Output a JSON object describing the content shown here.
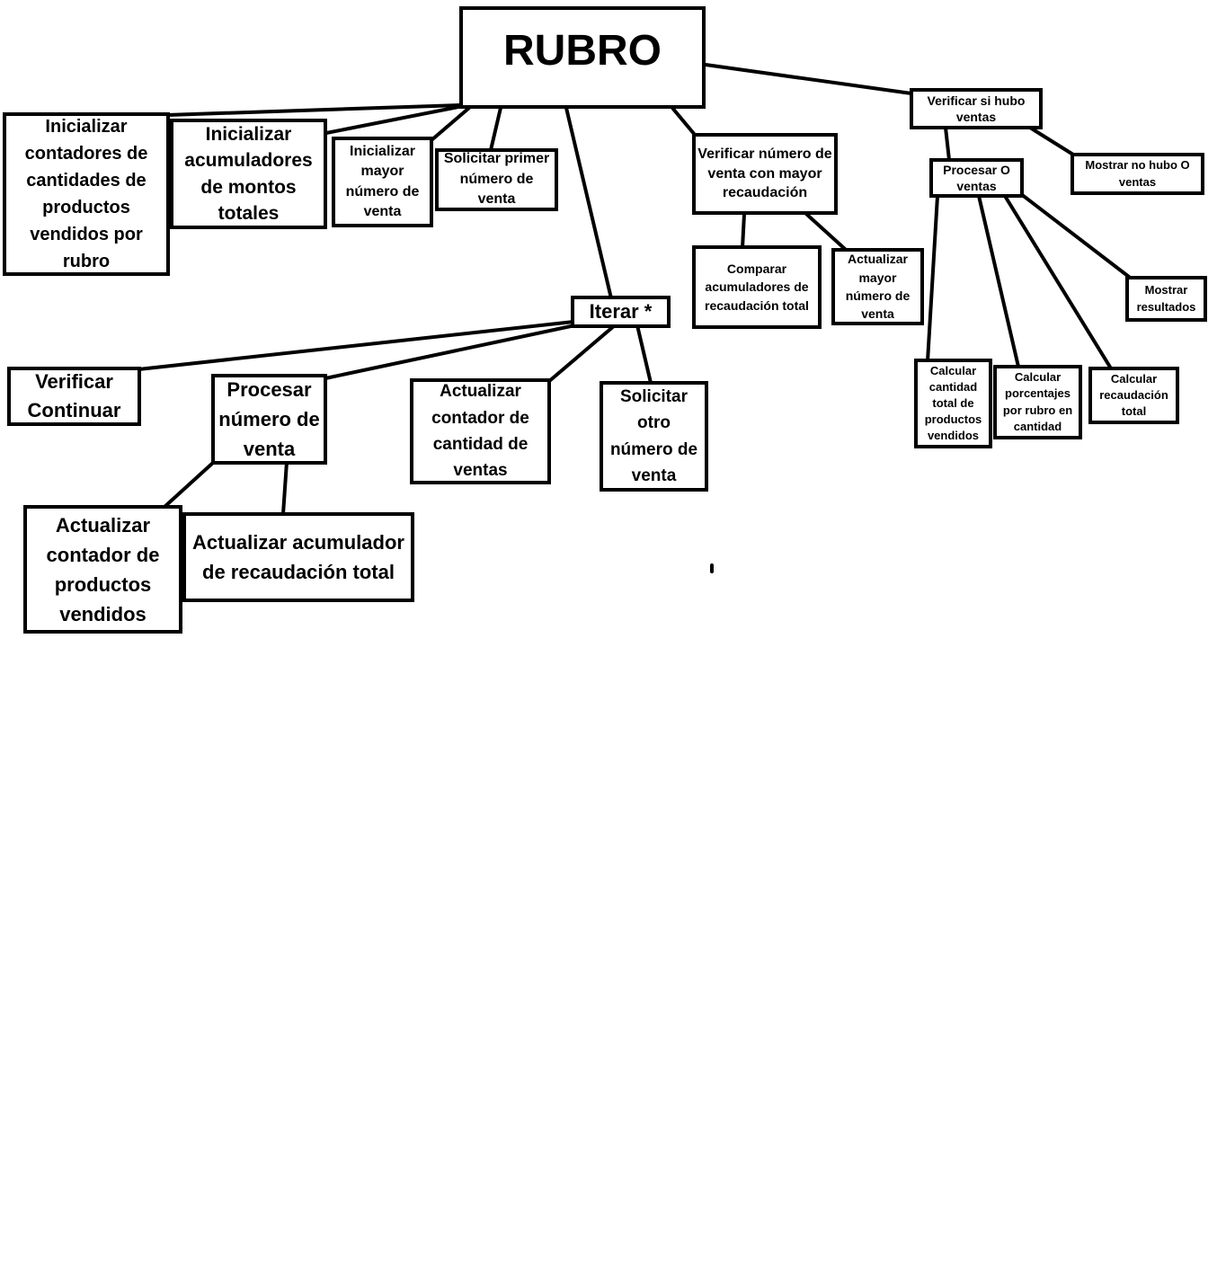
{
  "diagram": {
    "root": "RUBRO",
    "nodes": {
      "init_contadores": "Inicializar contadores de cantidades de productos vendidos por rubro",
      "init_acumuladores": "Inicializar acumuladores de montos totales",
      "init_mayor": "Inicializar mayor número de venta",
      "solicitar_primer": "Solicitar primer número de venta",
      "iterar": "Iterar *",
      "verificar_mayor": "Verificar número de venta con mayor recaudación",
      "comparar": "Comparar acumuladores de recaudación total",
      "actualizar_mayor": "Actualizar mayor número de venta",
      "verificar_hubo": "Verificar si hubo ventas",
      "procesar_0": "Procesar O ventas",
      "mostrar_no_hubo": "Mostrar no hubo O ventas",
      "mostrar_resultados": "Mostrar resultados",
      "calcular_cantidad": "Calcular cantidad total de productos vendidos",
      "calcular_porcentajes": "Calcular porcentajes por rubro en cantidad",
      "calcular_recaudacion": "Calcular recaudación total",
      "verificar_continuar": "Verificar Continuar",
      "procesar_numero": "Procesar número de venta",
      "actualizar_contador_ventas": "Actualizar contador de cantidad de ventas",
      "solicitar_otro": "Solicitar otro número de venta",
      "actualizar_contador_productos": "Actualizar contador de productos vendidos",
      "actualizar_acumulador": "Actualizar acumulador de recaudación total"
    }
  }
}
